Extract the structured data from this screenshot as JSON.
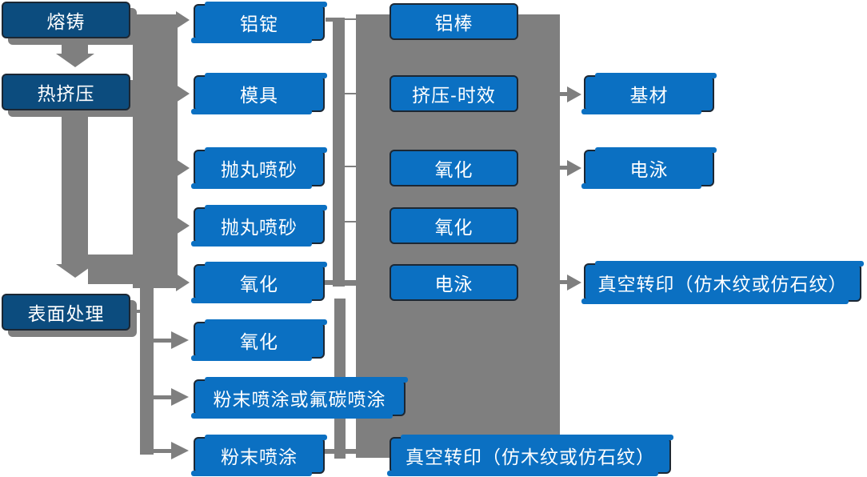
{
  "colors": {
    "box_blue": "#0b70c2",
    "box_dark_blue": "#0c4c7e",
    "box_border": "#1c2733",
    "connector_gray": "#7f7f7f",
    "text_white": "#ffffff",
    "page_bg": "#ffffff"
  },
  "nodes": {
    "melt_cast": {
      "label": "熔铸"
    },
    "hot_extrusion": {
      "label": "热挤压"
    },
    "surface_treatment": {
      "label": "表面处理"
    },
    "al_ingot": {
      "label": "铝锭"
    },
    "mold": {
      "label": "模具"
    },
    "shot_blast_1": {
      "label": "抛丸喷砂"
    },
    "shot_blast_2": {
      "label": "抛丸喷砂"
    },
    "oxidation_1": {
      "label": "氧化"
    },
    "oxidation_2": {
      "label": "氧化"
    },
    "powder_or_fluorocarbon": {
      "label": "粉末喷涂或氟碳喷涂"
    },
    "powder_coating": {
      "label": "粉末喷涂"
    },
    "al_rod": {
      "label": "铝棒"
    },
    "extrusion_aging": {
      "label": "挤压-时效"
    },
    "oxidation_3": {
      "label": "氧化"
    },
    "oxidation_4": {
      "label": "氧化"
    },
    "electrophoresis_1": {
      "label": "电泳"
    },
    "vacuum_transfer_bottom": {
      "label": "真空转印（仿木纹或仿石纹）"
    },
    "base_material": {
      "label": "基材"
    },
    "electrophoresis_2": {
      "label": "电泳"
    },
    "vacuum_transfer_right": {
      "label": "真空转印（仿木纹或仿石纹）"
    }
  },
  "edges": [
    {
      "from": "melt_cast",
      "to": "hot_extrusion",
      "style": "down-arrow"
    },
    {
      "from": "hot_extrusion",
      "to": "surface_treatment",
      "style": "down-arrow"
    },
    {
      "from": "melt_cast_bus",
      "to": "al_ingot",
      "style": "right-arrow"
    },
    {
      "from": "melt_cast_bus",
      "to": "mold",
      "style": "right-arrow"
    },
    {
      "from": "melt_cast_bus",
      "to": "shot_blast_1",
      "style": "right-arrow"
    },
    {
      "from": "melt_cast_bus",
      "to": "shot_blast_2",
      "style": "right-arrow"
    },
    {
      "from": "melt_cast_bus",
      "to": "oxidation_1",
      "style": "right-arrow"
    },
    {
      "from": "surface_treatment_bus",
      "to": "oxidation_2",
      "style": "right-arrow"
    },
    {
      "from": "surface_treatment_bus",
      "to": "powder_or_fluorocarbon",
      "style": "right-arrow"
    },
    {
      "from": "surface_treatment_bus",
      "to": "powder_coating",
      "style": "right-arrow"
    },
    {
      "from": "al_ingot",
      "to": "al_rod",
      "style": "line"
    },
    {
      "from": "extrusion_aging",
      "to": "base_material",
      "style": "right-arrow"
    },
    {
      "from": "oxidation_3",
      "to": "electrophoresis_2",
      "style": "right-arrow"
    },
    {
      "from": "electrophoresis_1",
      "to": "vacuum_transfer_right",
      "style": "right-arrow"
    },
    {
      "from": "powder_coating",
      "to": "vacuum_transfer_bottom",
      "style": "line"
    }
  ]
}
